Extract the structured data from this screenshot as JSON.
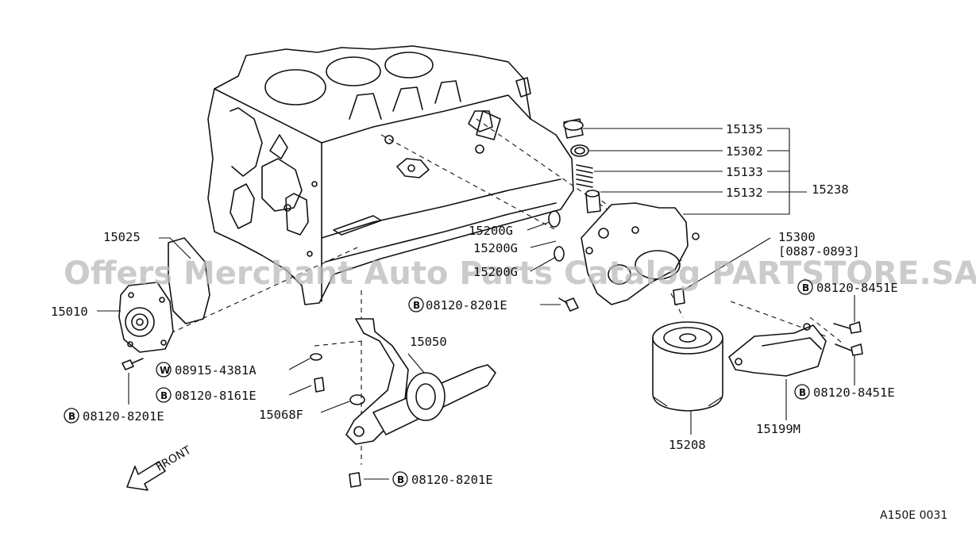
{
  "watermark": "Offers Merchant Auto Parts Catalog PARTSTORE.SA",
  "figure_ref": "A150E 0031",
  "front_label": "FRONT",
  "callouts": {
    "c15135": "15135",
    "c15302": "15302",
    "c15133": "15133",
    "c15132": "15132",
    "c15238": "15238",
    "c15200g_1": "15200G",
    "c15200g_2": "15200G",
    "c15200g_3": "15200G",
    "c15300": "15300",
    "c15300_range": "[0887-0893]",
    "c15025": "15025",
    "c15010": "15010",
    "b_8201_mid": "08120-8201E",
    "b_8451_upper": "08120-8451E",
    "b_8451_lower": "08120-8451E",
    "c15050": "15050",
    "w_4381": "08915-4381A",
    "b_8161": "08120-8161E",
    "c15068f": "15068F",
    "b_8201_left": "08120-8201E",
    "b_8201_bottom": "08120-8201E",
    "c15208": "15208",
    "c15199m": "15199M"
  },
  "markers": {
    "bolt": "B",
    "washer": "W"
  }
}
